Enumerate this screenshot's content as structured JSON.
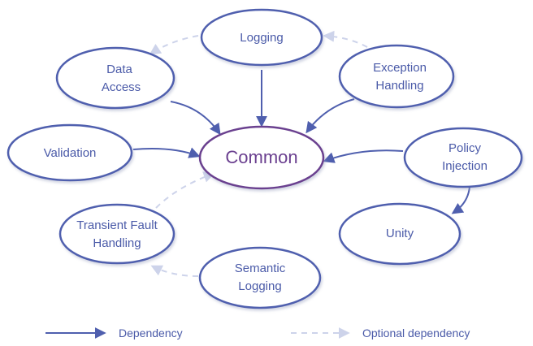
{
  "colors": {
    "node_stroke": "#4f5fae",
    "center_stroke": "#6a3f8f",
    "dependency": "#4f5fae",
    "optional": "#cdd3ea",
    "text": "#4a5aa8"
  },
  "nodes": {
    "common": {
      "label": "Common"
    },
    "logging": {
      "label": "Logging"
    },
    "data_access": {
      "line1": "Data",
      "line2": "Access"
    },
    "exception_handling": {
      "line1": "Exception",
      "line2": "Handling"
    },
    "validation": {
      "label": "Validation"
    },
    "policy_injection": {
      "line1": "Policy",
      "line2": "Injection"
    },
    "transient_fault_handling": {
      "line1": "Transient Fault",
      "line2": "Handling"
    },
    "unity": {
      "label": "Unity"
    },
    "semantic_logging": {
      "line1": "Semantic",
      "line2": "Logging"
    }
  },
  "edges": [
    {
      "from": "logging",
      "to": "common",
      "kind": "dependency"
    },
    {
      "from": "data_access",
      "to": "common",
      "kind": "dependency"
    },
    {
      "from": "exception_handling",
      "to": "common",
      "kind": "dependency"
    },
    {
      "from": "validation",
      "to": "common",
      "kind": "dependency"
    },
    {
      "from": "policy_injection",
      "to": "common",
      "kind": "dependency"
    },
    {
      "from": "policy_injection",
      "to": "unity",
      "kind": "dependency"
    },
    {
      "from": "logging",
      "to": "data_access",
      "kind": "optional"
    },
    {
      "from": "exception_handling",
      "to": "logging",
      "kind": "optional"
    },
    {
      "from": "transient_fault_handling",
      "to": "common",
      "kind": "optional"
    },
    {
      "from": "semantic_logging",
      "to": "transient_fault_handling",
      "kind": "optional"
    }
  ],
  "legend": {
    "dependency_label": "Dependency",
    "optional_label": "Optional dependency"
  }
}
